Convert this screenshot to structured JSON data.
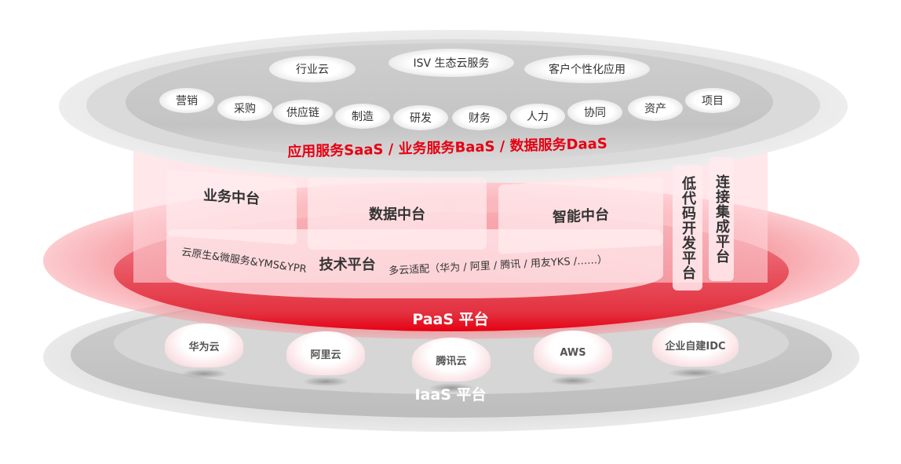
{
  "saas": {
    "top_pills": [
      "行业云",
      "ISV 生态云服务",
      "客户个性化应用"
    ],
    "modules": [
      "营销",
      "采购",
      "供应链",
      "制造",
      "研发",
      "财务",
      "人力",
      "协同",
      "资产",
      "项目"
    ],
    "title": "应用服务SaaS / 业务服务BaaS / 数据服务DaaS"
  },
  "paas": {
    "business_center": "业务中台",
    "data_center": "数据中台",
    "ai_center": "智能中台",
    "tech_left": "云原生&微服务&YMS&YPR",
    "tech_title": "技术平台",
    "tech_right": "多云适配（华为 / 阿里 / 腾讯 / 用友YKS /……）",
    "low_code": "低代码开发平台",
    "integration": "连接集成平台",
    "title": "PaaS 平台"
  },
  "iaas": {
    "clouds": [
      "华为云",
      "阿里云",
      "腾讯云",
      "AWS",
      "企业自建IDC"
    ],
    "title": "IaaS 平台"
  },
  "colors": {
    "accent": "#e60012",
    "gray": "#d0d0d0"
  }
}
